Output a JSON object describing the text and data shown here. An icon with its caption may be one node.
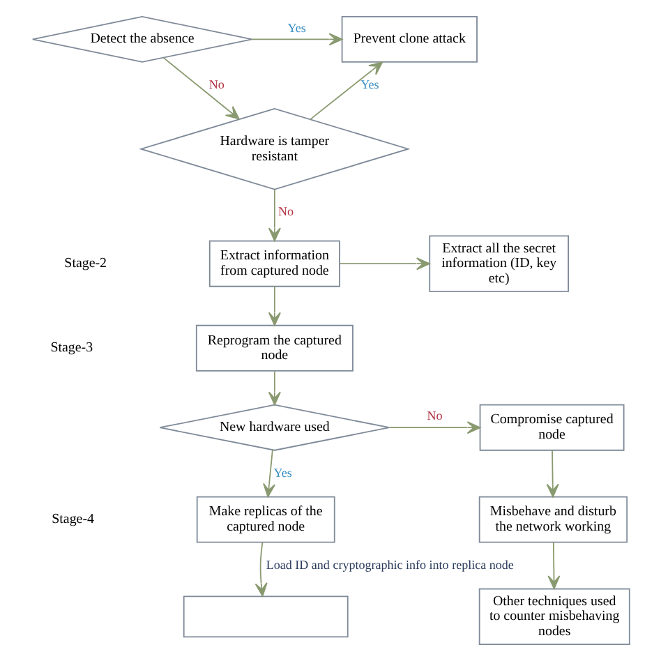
{
  "diagram": {
    "nodes": [
      {
        "text": [
          "Detect the absence"
        ]
      },
      {
        "text": [
          "Prevent clone attack"
        ]
      },
      {
        "text": [
          "Hardware is tamper resistant"
        ]
      },
      {
        "text": [
          "Extract information from captured node"
        ]
      },
      {
        "text": [
          "Extract all the secret information (ID, key etc)"
        ]
      },
      {
        "text": [
          "Reprogram the captured node"
        ]
      },
      {
        "text": [
          "New hardware used"
        ]
      },
      {
        "text": [
          "Compromise captured node"
        ]
      },
      {
        "text": [
          "Misbehave and disturb the network working"
        ]
      },
      {
        "text": [
          "Other techniques used to counter misbehaving nodes"
        ]
      },
      {
        "text": [
          "Make replicas of the captured node"
        ]
      },
      {
        "text": [],
        "shape": "box"
      }
    ],
    "edges": [
      {
        "from": 0,
        "to": 1,
        "arrow": "to",
        "label": "Yes"
      },
      {
        "from": 0,
        "to": 2,
        "arrow": "to",
        "label": "No"
      },
      {
        "from": 2,
        "to": 1,
        "arrow": "to",
        "label": "Yes"
      },
      {
        "from": 2,
        "to": 3,
        "arrow": "to",
        "label": "No"
      },
      {
        "from": 3,
        "to": 4,
        "arrow": "to"
      },
      {
        "from": 3,
        "to": 5,
        "arrow": "to"
      },
      {
        "from": 5,
        "to": 6,
        "arrow": "to"
      },
      {
        "from": 6,
        "to": 7,
        "arrow": "to",
        "label": "No"
      },
      {
        "from": 7,
        "to": 8,
        "arrow": "to"
      },
      {
        "from": 8,
        "to": 9,
        "arrow": "to"
      },
      {
        "from": 6,
        "to": 10,
        "arrow": "to",
        "label": "Yes"
      },
      {
        "from": 10,
        "to": 11,
        "arrow": "to",
        "label": "Load ID and cryptographic info into replica node"
      }
    ],
    "labels": [
      "Stage-2",
      "Stage-3",
      "Stage-4"
    ]
  }
}
